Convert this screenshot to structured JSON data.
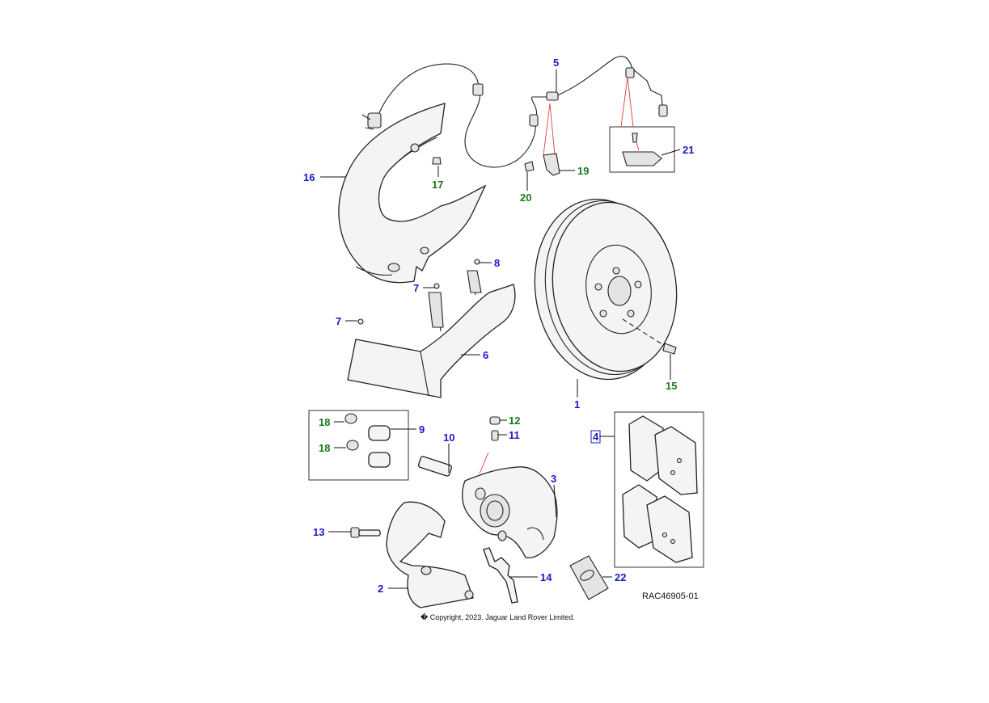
{
  "colors": {
    "label_blue": "#1a1ac8",
    "label_green": "#1a7a1a",
    "leader_red": "#e23a3a",
    "line": "#222222"
  },
  "callouts": {
    "c1": "1",
    "c2": "2",
    "c3": "3",
    "c4": "4",
    "c5": "5",
    "c6": "6",
    "c7a": "7",
    "c7b": "7",
    "c8": "8",
    "c9": "9",
    "c10": "10",
    "c11": "11",
    "c12": "12",
    "c13": "13",
    "c14": "14",
    "c15": "15",
    "c16": "16",
    "c17": "17",
    "c18a": "18",
    "c18b": "18",
    "c19": "19",
    "c20": "20",
    "c21": "21",
    "c22": "22"
  },
  "drawing_ref": "RAC46905-01",
  "copyright": "� Copyright, 2023. Jaguar Land Rover Limited."
}
